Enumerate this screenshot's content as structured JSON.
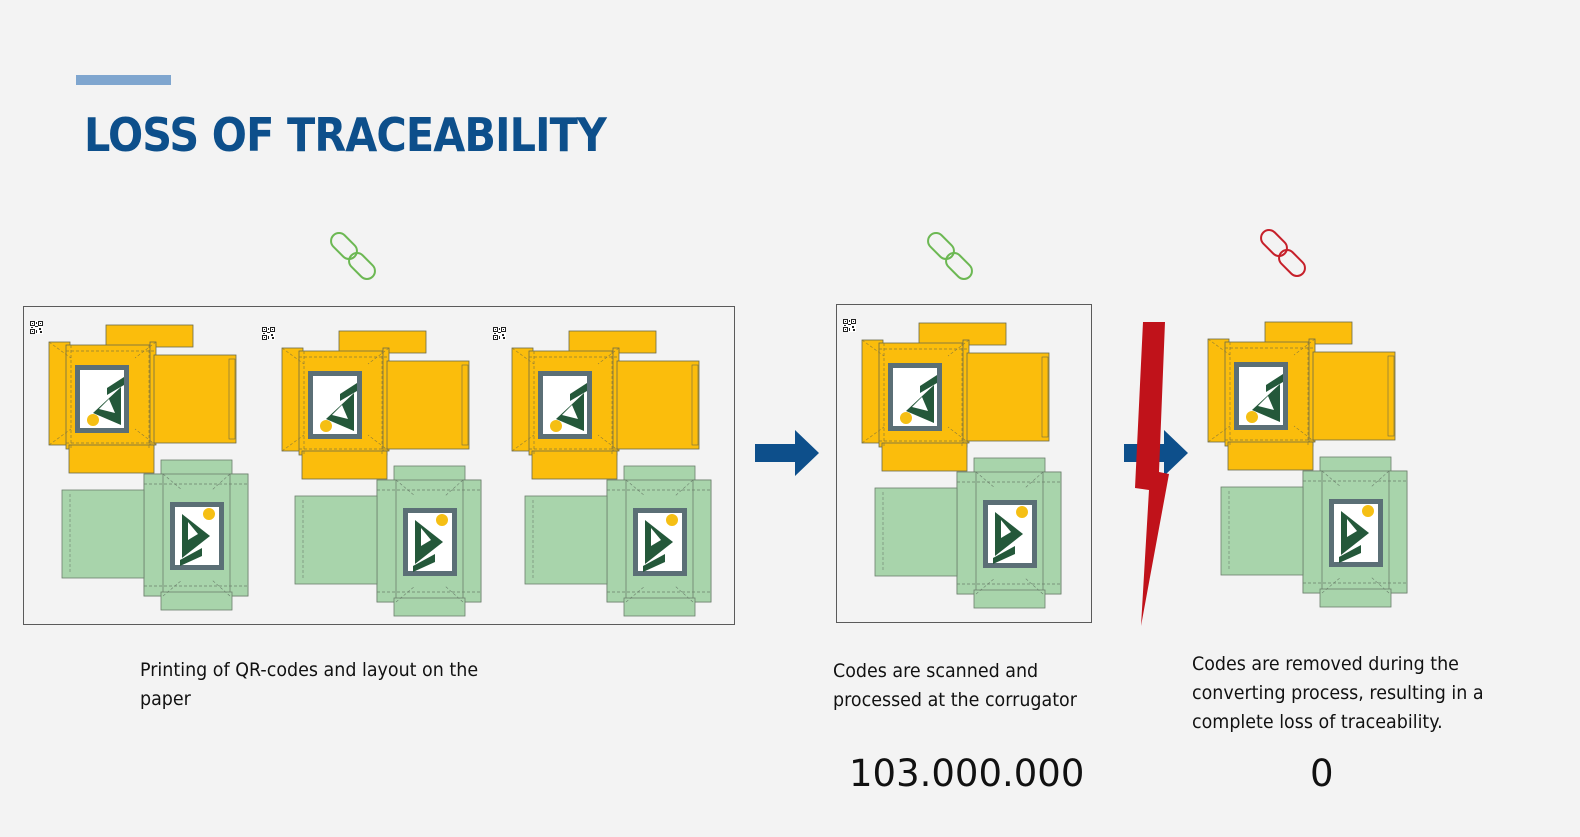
{
  "header": {
    "title": "LOSS OF TRACEABILITY"
  },
  "stages": [
    {
      "caption": "Printing of QR-codes and layout on the paper",
      "link_status": "connected"
    },
    {
      "caption": "Codes are scanned and processed at the corrugator",
      "link_status": "connected",
      "count": "103.000.000"
    },
    {
      "caption": "Codes are removed during the converting process, resulting in a complete loss of traceability.",
      "link_status": "broken",
      "count": "0"
    }
  ],
  "colors": {
    "title": "#0d4f8b",
    "accent_bar": "#7fa6cf",
    "arrow": "#0d4f8b",
    "box_yellow": "#fbbd0c",
    "box_green": "#a8d4ab",
    "logo_dark": "#24583a",
    "logo_sun": "#f5bf14",
    "link_ok": "#6cb853",
    "link_broken": "#c6202a",
    "lightning": "#c0121a"
  },
  "icons": [
    "chain-link-icon",
    "broken-chain-icon",
    "arrow-right-icon",
    "lightning-bolt-icon",
    "qr-code-icon",
    "box-logo-icon"
  ]
}
